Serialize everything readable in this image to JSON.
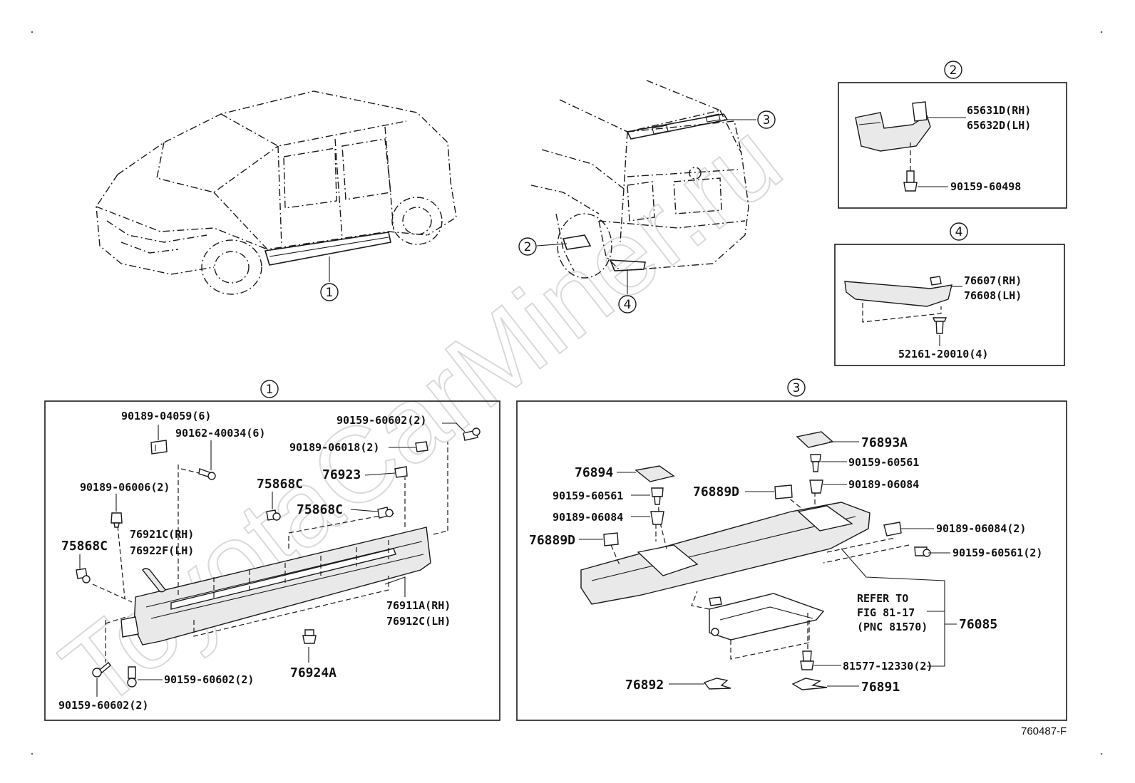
{
  "watermark": "ToyotaCarMiner.ru",
  "figure_code": "760487-F",
  "callouts": {
    "c1": "1",
    "c2": "2",
    "c3": "3",
    "c4": "4"
  },
  "inset2": {
    "bracket_rh": "65631D(RH)",
    "bracket_lh": "65632D(LH)",
    "screw": "90159-60498"
  },
  "inset4": {
    "mudguard_rh": "76607(RH)",
    "mudguard_lh": "76608(LH)",
    "clip": "52161-20010(4)"
  },
  "panel1": {
    "p1": "90189-04059(6)",
    "p2": "90162-40034(6)",
    "p3": "90159-60602(2)",
    "p4": "90189-06018(2)",
    "p5": "90189-06006(2)",
    "p6": "75868C",
    "p7": "76923",
    "p8": "75868C",
    "p9": "76921C(RH)",
    "p10": "76922F(LH)",
    "p11": "75868C",
    "p12": "76911A(RH)",
    "p13": "76912C(LH)",
    "p14": "76924A",
    "p15": "90159-60602(2)",
    "p16": "90159-60602(2)"
  },
  "panel3": {
    "p1": "76893A",
    "p2": "90159-60561",
    "p3": "90189-06084",
    "p4": "76894",
    "p5": "90159-60561",
    "p6": "90189-06084",
    "p7": "76889D",
    "p8": "76889D",
    "p9": "90189-06084(2)",
    "p10": "90159-60561(2)",
    "refer1": "REFER TO",
    "refer2": "FIG 81-17",
    "refer3": "(PNC 81570)",
    "p11": "76085",
    "p12": "81577-12330(2)",
    "p13": "76892",
    "p14": "76891"
  }
}
